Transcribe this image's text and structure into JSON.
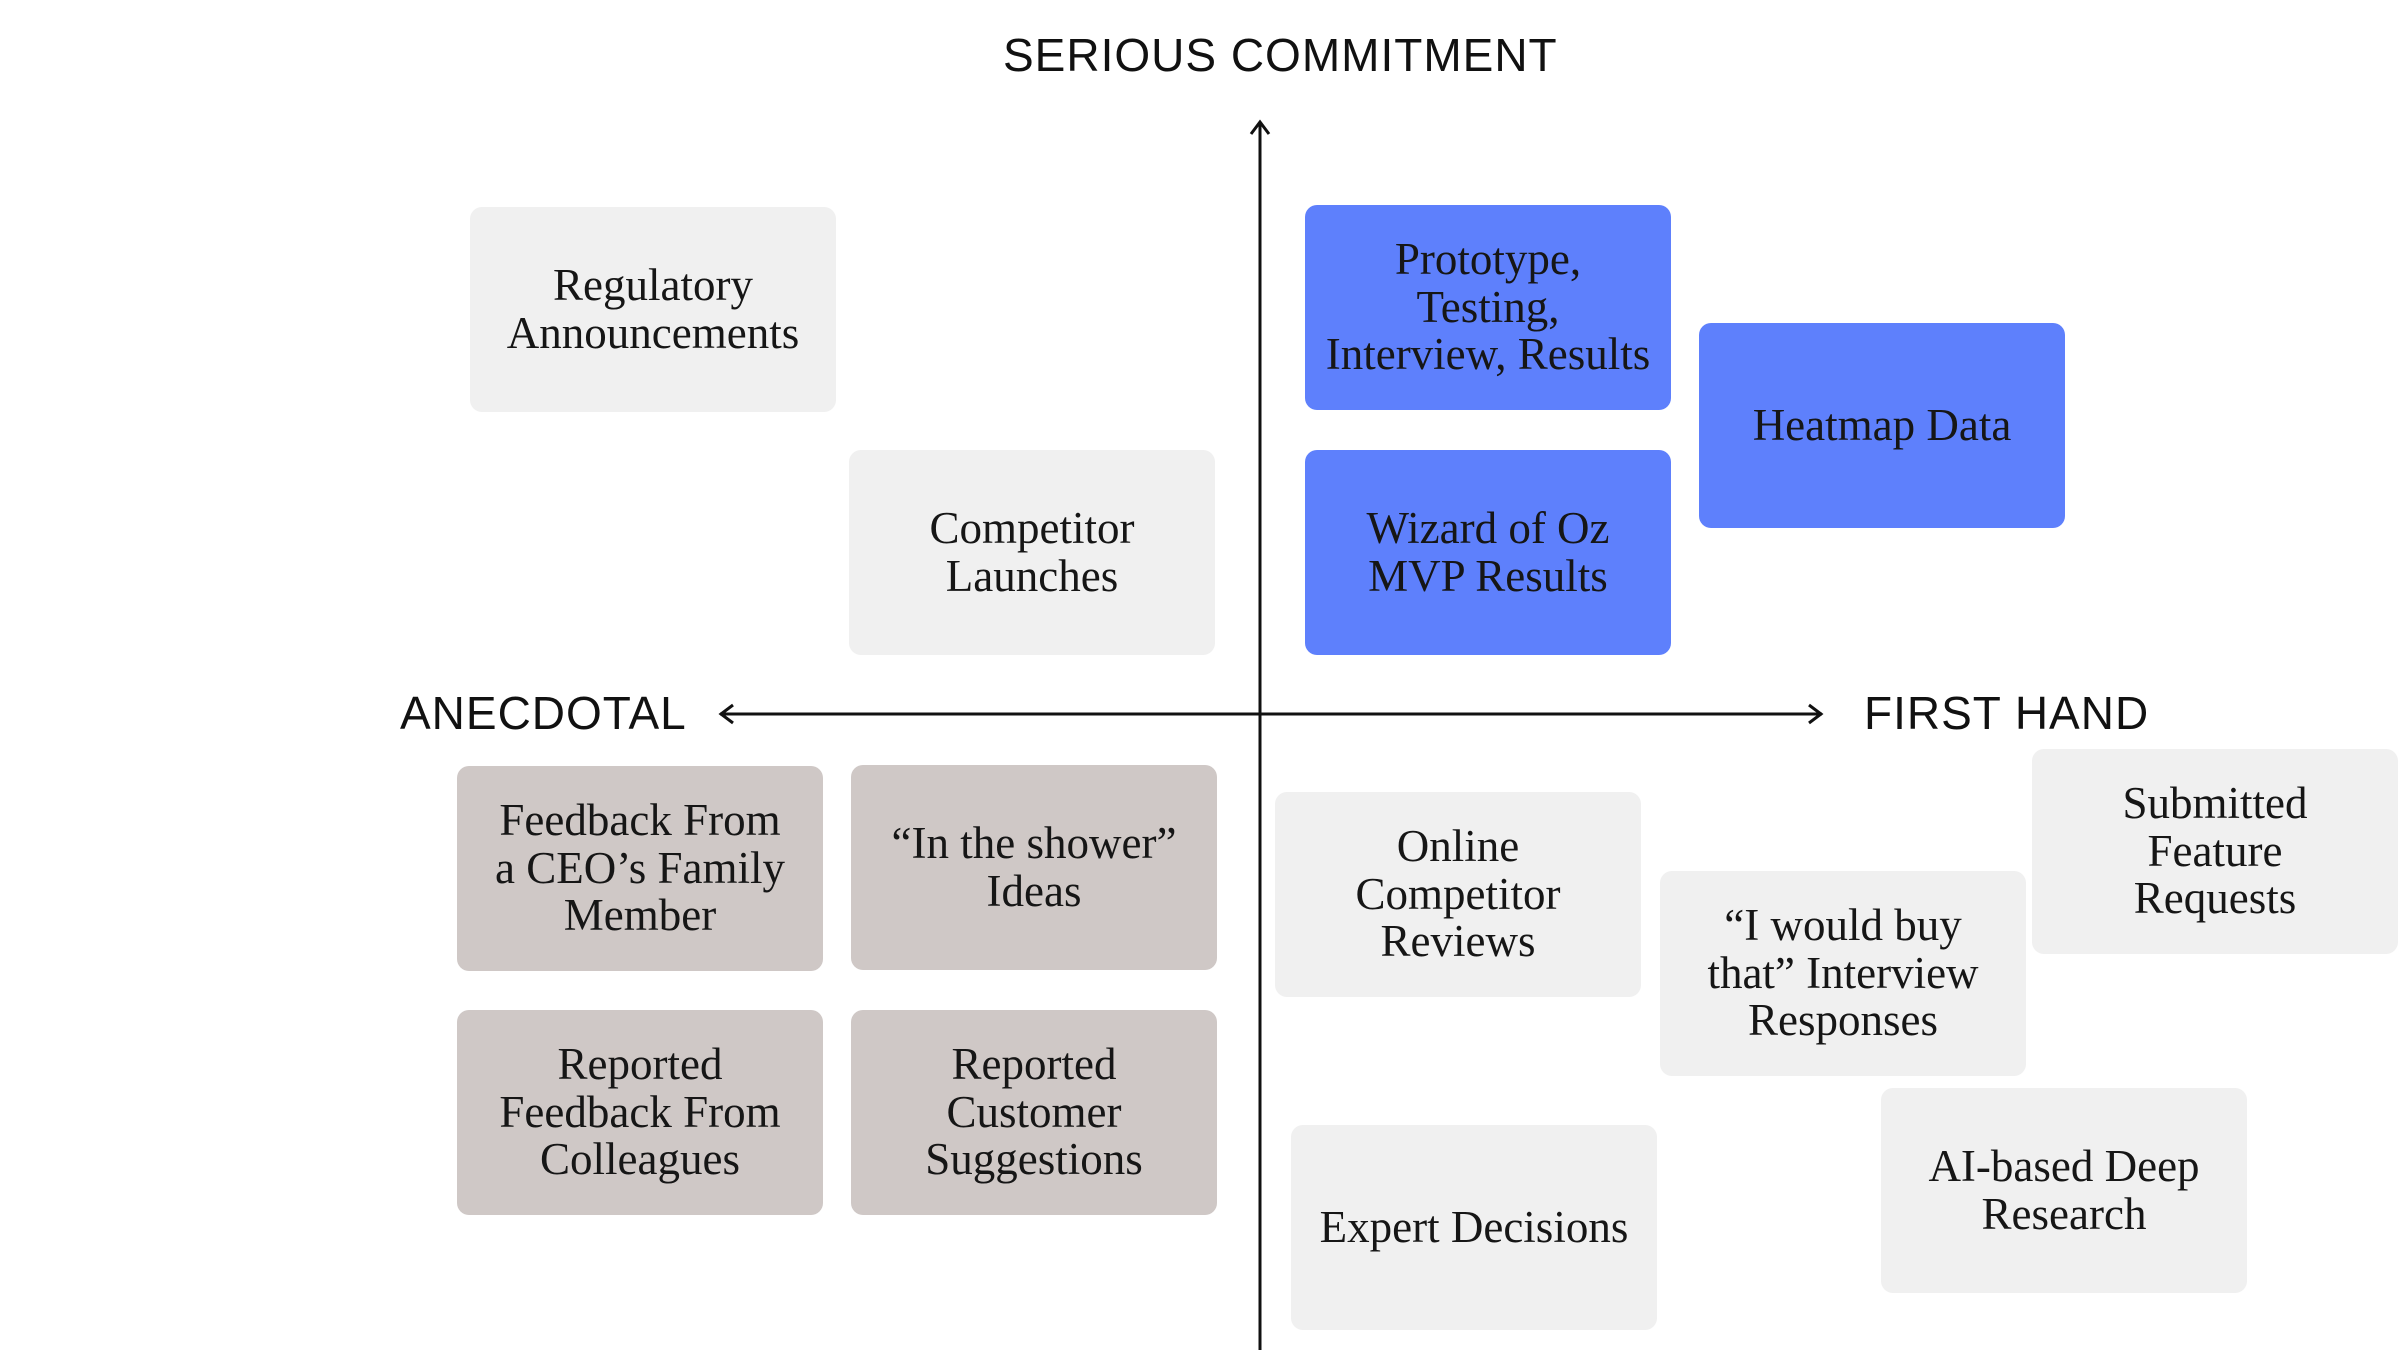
{
  "axes": {
    "top": "SERIOUS COMMITMENT",
    "left": "ANECDOTAL",
    "right": "FIRST HAND"
  },
  "colors": {
    "light": "#f0f0f0",
    "blue": "#5e80fc",
    "taupe": "#cfc8c6",
    "axis": "#111111"
  },
  "cards": {
    "regulatory": "Regulatory\nAnnouncements",
    "competitor_launches": "Competitor\nLaunches",
    "prototype": "Prototype,\nTesting,\nInterview, Results",
    "wizard": "Wizard of Oz\nMVP Results",
    "heatmap": "Heatmap Data",
    "ceo_family": "Feedback From\na CEO’s Family\nMember",
    "shower": "“In the shower”\nIdeas",
    "colleagues": "Reported\nFeedback From\nColleagues",
    "customer": "Reported\nCustomer\nSuggestions",
    "online_reviews": "Online\nCompetitor\nReviews",
    "buy_that": "“I would buy\nthat” Interview\nResponses",
    "feature_requests": "Submitted\nFeature\nRequests",
    "expert": "Expert Decisions",
    "ai_research": "AI-based Deep\nResearch"
  }
}
